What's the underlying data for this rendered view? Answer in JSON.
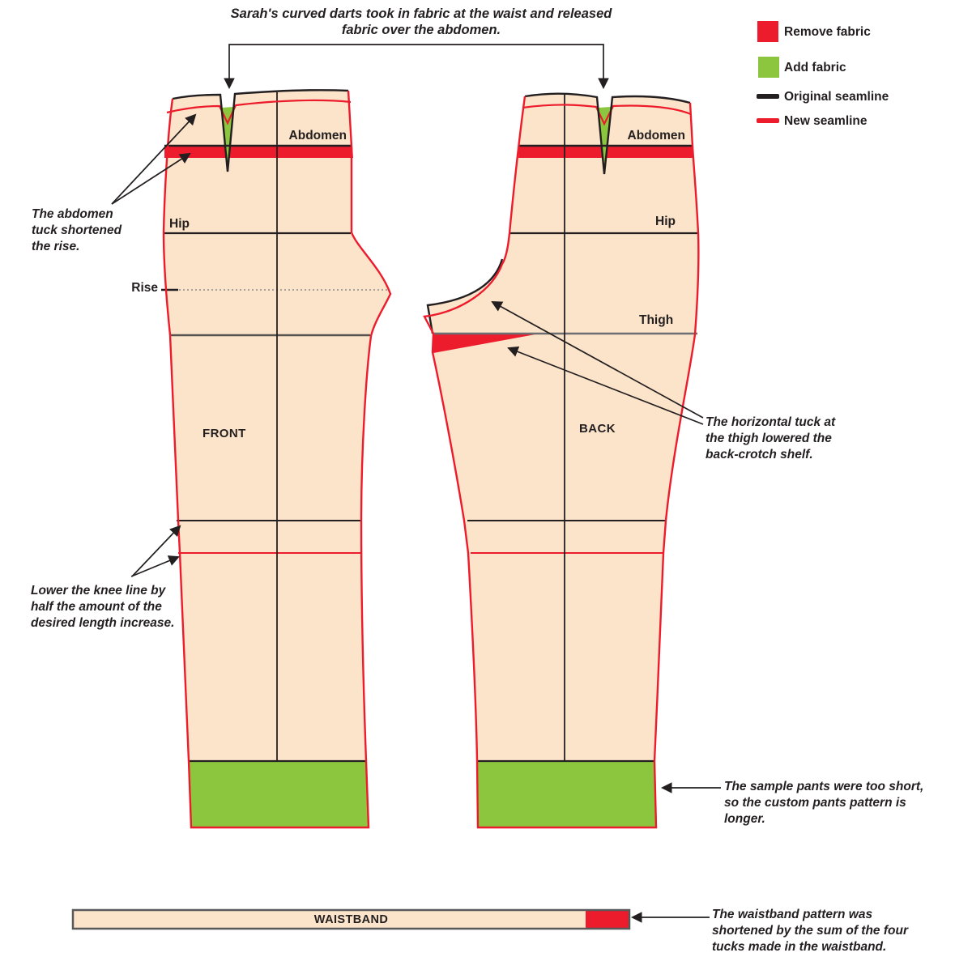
{
  "caption": "Sarah's curved darts took in fabric at the waist and released fabric over the abdomen.",
  "legend": {
    "remove": "Remove fabric",
    "add": "Add fabric",
    "original": "Original seamline",
    "new": "New seamline"
  },
  "pieces": {
    "front": {
      "title": "FRONT",
      "abdomen_label": "Abdomen",
      "hip_label": "Hip",
      "rise_label": "Rise"
    },
    "back": {
      "title": "BACK",
      "abdomen_label": "Abdomen",
      "hip_label": "Hip",
      "thigh_label": "Thigh"
    },
    "waistband": {
      "title": "WAISTBAND"
    }
  },
  "annotations": {
    "abdomen_tuck": "The abdomen tuck shortened the rise.",
    "knee_line": "Lower the knee line by half the amount of the desired length increase.",
    "thigh_tuck": "The horizontal tuck at the thigh lowered the back-crotch shelf.",
    "hem_extension": "The sample pants were too short, so the custom pants pattern is longer.",
    "waistband_shortened": "The waistband pattern was shortened by the sum of the four tucks made in the waistband."
  },
  "colors": {
    "remove_fabric": "#EC1C2C",
    "add_fabric": "#8CC63F",
    "original_seamline": "#231F20",
    "new_seamline": "#EC1C2C",
    "pattern_fill": "#FCE4CA"
  }
}
